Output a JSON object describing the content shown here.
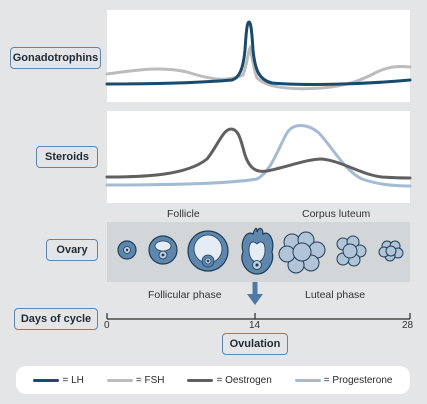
{
  "rows": {
    "gonadotrophins": "Gonadotrophins",
    "steroids": "Steroids",
    "ovary": "Ovary",
    "days": "Days of cycle"
  },
  "ovary_labels": {
    "follicle": "Follicle",
    "corpus_luteum": "Corpus luteum"
  },
  "phases": {
    "follicular": "Follicular phase",
    "luteal": "Luteal phase"
  },
  "axis": {
    "ticks": [
      "0",
      "14",
      "28"
    ]
  },
  "ovulation_label": "Ovulation",
  "legend": [
    {
      "label": "= LH",
      "color": "#1b4a6b"
    },
    {
      "label": "= FSH",
      "color": "#bcbcbc"
    },
    {
      "label": "= Oestrogen",
      "color": "#606060"
    },
    {
      "label": "= Progesterone",
      "color": "#a3bcd4"
    }
  ],
  "colors": {
    "accent": "#5f87ad",
    "background": "#e3e5e6",
    "follicle_fill": "#5f87ad",
    "corpus_fill": "#b2c5d8"
  }
}
